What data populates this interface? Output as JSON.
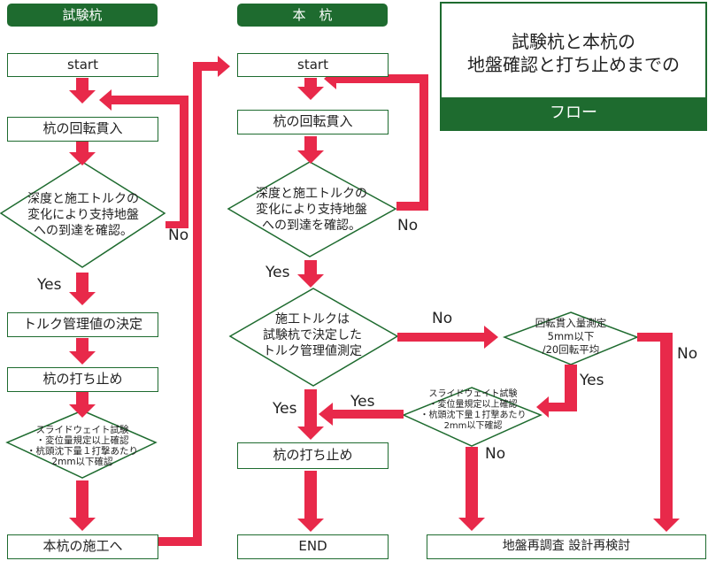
{
  "headers": {
    "trial": "試験杭",
    "main": "本　杭"
  },
  "title": {
    "main": "試験杭と本杭の\n地盤確認と打ち止めまでの",
    "sub": "フロー"
  },
  "trial_flow": {
    "start": "start",
    "penetration": "杭の回転貫入",
    "check": "深度と施工トルクの\n変化により支持地盤\nへの到達を確認。",
    "torque_decide": "トルク管理値の決定",
    "stop": "杭の打ち止め",
    "slide_weight": "スライドウェイト試験\n・変位量規定以上確認\n・杭頭沈下量１打撃あたり\n2mm以下確認",
    "to_main": "本杭の施工へ",
    "no": "No",
    "yes": "Yes"
  },
  "main_flow": {
    "start": "start",
    "penetration": "杭の回転貫入",
    "check": "深度と施工トルクの\n変化により支持地盤\nへの到達を確認。",
    "torque_measure": "施工トルクは\n試験杭で決定した\nトルク管理値測定",
    "rotation_check": "回転貫入量測定\n5mm以下\n/20回転平均",
    "slide_weight": "スライドウェイト試験\n・変位量規定以上確認\n・杭頭沈下量１打撃あたり\n2mm以下確認",
    "stop": "杭の打ち止め",
    "end": "END",
    "reinvestigate": "地盤再調査 設計再検討",
    "labels": {
      "no_check": "No",
      "yes_check": "Yes",
      "no_torque": "No",
      "yes_rotation": "Yes",
      "no_rotation": "No",
      "yes_slide": "Yes",
      "yes_torque": "Yes",
      "no_slide": "No"
    }
  },
  "colors": {
    "arrow": "#e8294a",
    "box_border": "#1e6b2f",
    "header": "#1e6b2f"
  }
}
